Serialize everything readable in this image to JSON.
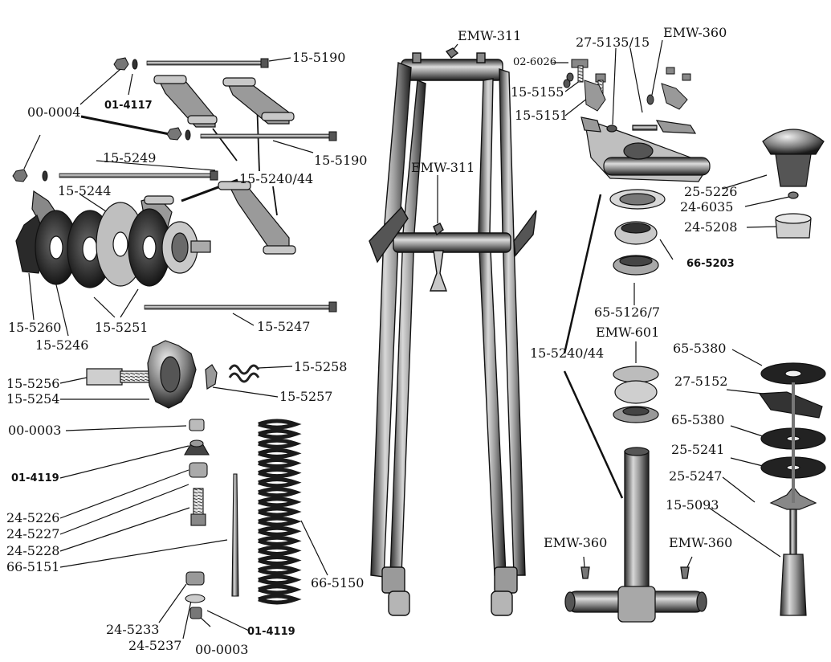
{
  "diagram": {
    "labels": {
      "l_15_5190_top": "15-5190",
      "l_00_0004": "00-0004",
      "l_01_4117": "01-4117",
      "l_15_5190_mid": "15-5190",
      "l_15_5249": "15-5249",
      "l_15_5240_44_left": "15-5240/44",
      "l_15_5244": "15-5244",
      "l_15_5260": "15-5260",
      "l_15_5251": "15-5251",
      "l_15_5246": "15-5246",
      "l_15_5247_left": "15-5247",
      "l_15_5258": "15-5258",
      "l_15_5256": "15-5256",
      "l_15_5254": "15-5254",
      "l_15_5257": "15-5257",
      "l_00_0003_top": "00-0003",
      "l_01_4119_top": "01-4119",
      "l_24_5226_left": "24-5226",
      "l_24_5227": "24-5227",
      "l_24_5228": "24-5228",
      "l_66_5151": "66-5151",
      "l_66_5150": "66-5150",
      "l_24_5233": "24-5233",
      "l_24_5237": "24-5237",
      "l_00_0003_bot": "00-0003",
      "l_01_4119_bot": "01-4119",
      "l_emw_311_top": "EMW-311",
      "l_emw_311_mid": "EMW-311",
      "l_27_5135_15": "27-5135/15",
      "l_emw_360_top": "EMW-360",
      "l_02_6026": "02-6026",
      "l_15_5155": "15-5155",
      "l_15_5151": "15-5151",
      "l_25_5226": "25-5226",
      "l_24_6035": "24-6035",
      "l_24_5208": "24-5208",
      "l_66_5203": "66-5203",
      "l_65_5126_7": "65-5126/7",
      "l_emw_601": "EMW-601",
      "l_15_5240_44_right": "15-5240/44",
      "l_65_5380_top": "65-5380",
      "l_27_5152": "27-5152",
      "l_65_5380_mid": "65-5380",
      "l_25_5241": "25-5241",
      "l_25_5247": "25-5247",
      "l_15_5093": "15-5093",
      "l_emw_360_left": "EMW-360",
      "l_emw_360_right": "EMW-360"
    },
    "colors": {
      "ink": "#1a1a1a",
      "metal_light": "#d9d9d9",
      "metal_mid": "#8c8c8c",
      "metal_dark": "#3a3a3a",
      "background": "#ffffff"
    }
  }
}
